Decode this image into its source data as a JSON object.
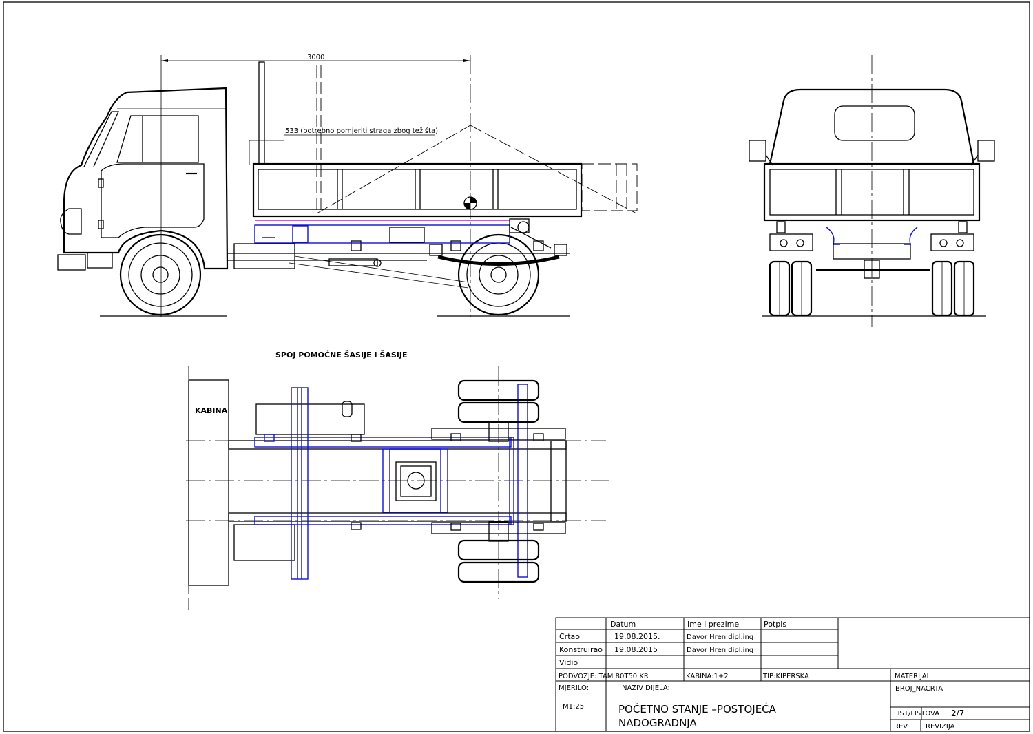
{
  "dimension": {
    "length": "3000",
    "shift_note": "533 (potrebno pomjeriti straga zbog težišta)"
  },
  "plan_view": {
    "heading": "SPOJ POMOĆNE ŠASIJE I ŠASIJE",
    "cabin_label": "KABINA"
  },
  "title_block": {
    "headers": {
      "date": "Datum",
      "name": "Ime i prezime",
      "signature": "Potpis"
    },
    "rows": [
      {
        "role": "Crtao",
        "date": "19.08.2015.",
        "name": "Davor Hren dipl.ing"
      },
      {
        "role": "Konstruirao",
        "date": "19.08.2015",
        "name": "Davor Hren dipl.ing"
      },
      {
        "role": "Vidio",
        "date": "",
        "name": ""
      }
    ],
    "chassis": "PODVOZJE: TAM 80T50 KR",
    "cabin": "KABINA:1+2",
    "type": "TIP:KIPERSKA",
    "material": "MATERIJAL",
    "scale_label": "MJERILO:",
    "scale_value": "M1:25",
    "part_name_label": "NAZIV DIJELA:",
    "part_name_line1": "POČETNO STANJE –POSTOJEĆA",
    "part_name_line2": "NADOGRADNJA",
    "drawing_number": "BROJ_NACRTA",
    "sheet_label": "LIST/LISTOVA",
    "sheet_value": "2/7",
    "rev_label": "REV.",
    "revision_label": "REVIZIJA"
  }
}
